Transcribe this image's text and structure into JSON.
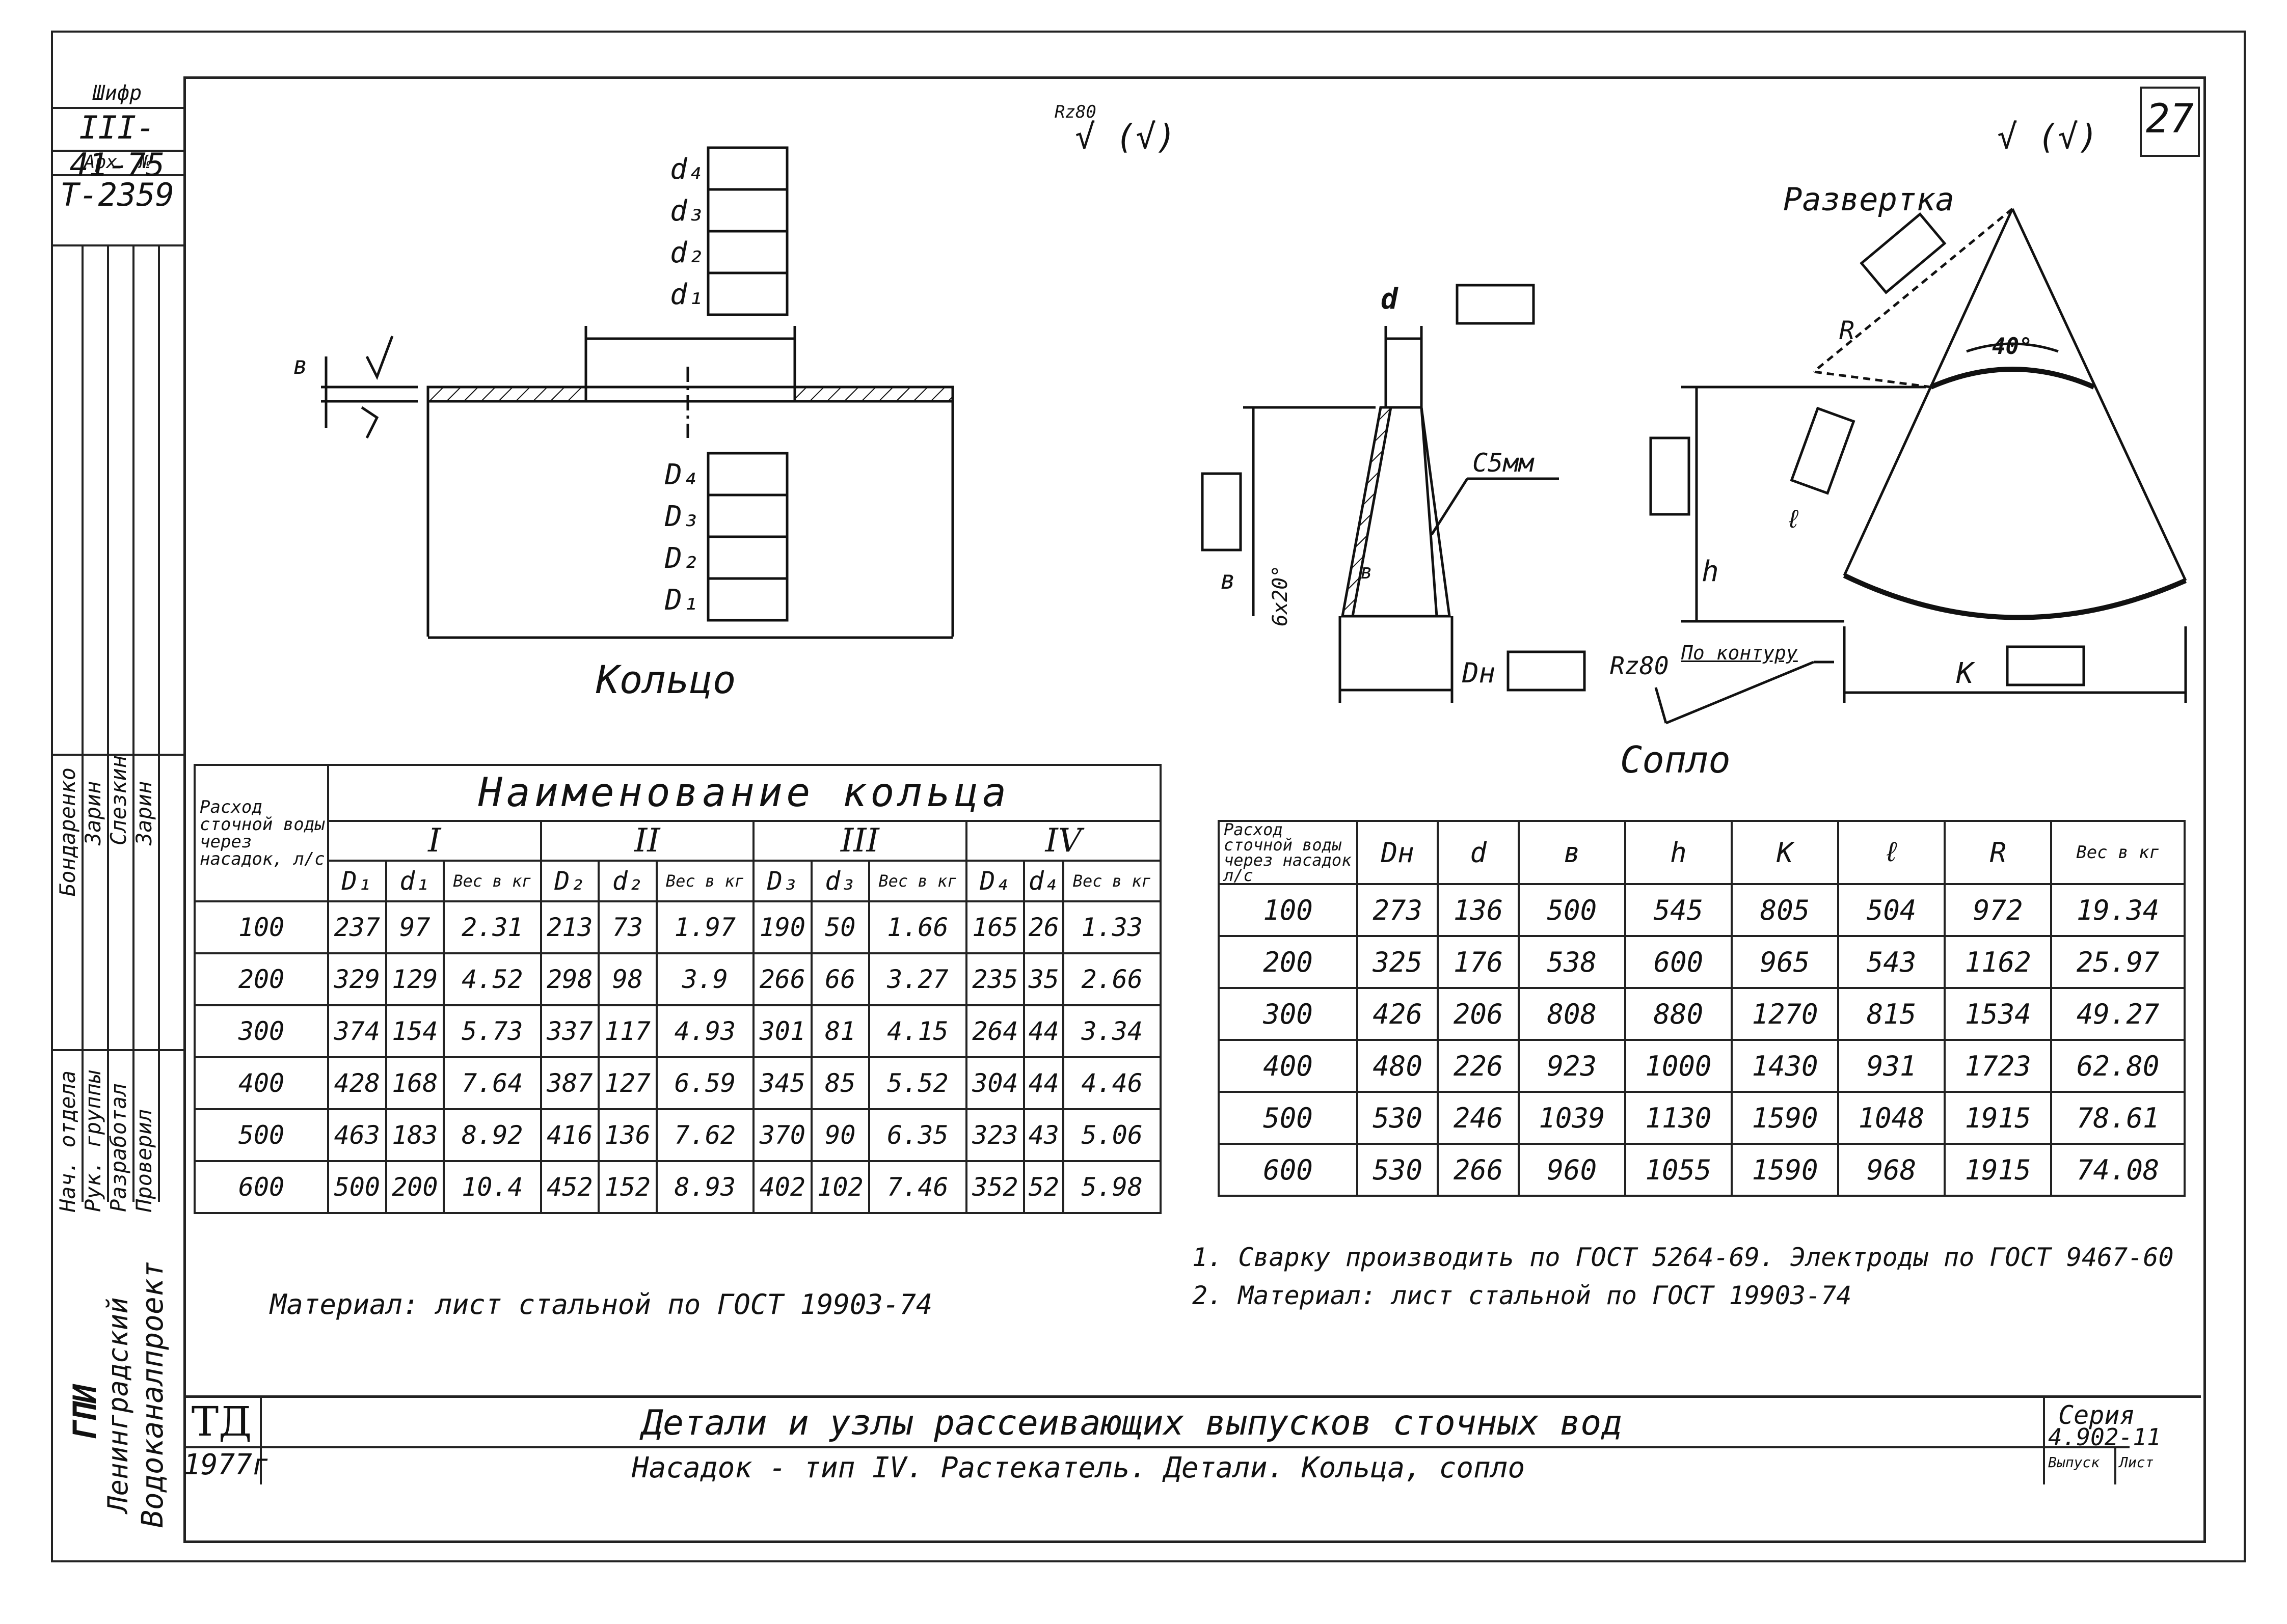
{
  "cipher": {
    "label": "Шифр",
    "code": "III-41-75",
    "arch_label": "Арх. №",
    "arch_no": "T-2359"
  },
  "sheet_number": "27",
  "roughness": {
    "top_center": "Rz80",
    "symbol_top_center": "√ (√)",
    "symbol_top_right": "√ (√)",
    "rz80_bottom": "Rz80",
    "po_konturu": "По контуру"
  },
  "ring": {
    "caption": "Кольцо",
    "label_b": "в",
    "d_labels": [
      "d₄",
      "d₃",
      "d₂",
      "d₁"
    ],
    "D_labels": [
      "D₄",
      "D₃",
      "D₂",
      "D₁"
    ]
  },
  "nozzle": {
    "caption": "Сопло",
    "label_d": "d",
    "label_b": "в",
    "label_Dn": "Dн",
    "chamfer": "С5мм",
    "bevel": "6х20°",
    "label_b2": "в"
  },
  "razvertka": {
    "caption": "Развертка",
    "angle": "40°",
    "R": "R",
    "l": "ℓ",
    "h": "h",
    "K": "К"
  },
  "table_ring": {
    "head_flow": "Расход сточной воды через насадок, л/с",
    "head_name": "Наименование кольца",
    "groups": [
      "I",
      "II",
      "III",
      "IV"
    ],
    "cols": [
      "D₁",
      "d₁",
      "Вес в кг",
      "D₂",
      "d₂",
      "Вес в кг",
      "D₃",
      "d₃",
      "Вес в кг",
      "D₄",
      "d₄",
      "Вес в кг"
    ],
    "rows": [
      [
        "100",
        "237",
        "97",
        "2.31",
        "213",
        "73",
        "1.97",
        "190",
        "50",
        "1.66",
        "165",
        "26",
        "1.33"
      ],
      [
        "200",
        "329",
        "129",
        "4.52",
        "298",
        "98",
        "3.9",
        "266",
        "66",
        "3.27",
        "235",
        "35",
        "2.66"
      ],
      [
        "300",
        "374",
        "154",
        "5.73",
        "337",
        "117",
        "4.93",
        "301",
        "81",
        "4.15",
        "264",
        "44",
        "3.34"
      ],
      [
        "400",
        "428",
        "168",
        "7.64",
        "387",
        "127",
        "6.59",
        "345",
        "85",
        "5.52",
        "304",
        "44",
        "4.46"
      ],
      [
        "500",
        "463",
        "183",
        "8.92",
        "416",
        "136",
        "7.62",
        "370",
        "90",
        "6.35",
        "323",
        "43",
        "5.06"
      ],
      [
        "600",
        "500",
        "200",
        "10.4",
        "452",
        "152",
        "8.93",
        "402",
        "102",
        "7.46",
        "352",
        "52",
        "5.98"
      ]
    ]
  },
  "table_nozzle": {
    "head_flow": "Расход сточной воды через насадок л/с",
    "cols": [
      "Dн",
      "d",
      "в",
      "h",
      "К",
      "ℓ",
      "R",
      "Вес в кг"
    ],
    "rows": [
      [
        "100",
        "273",
        "136",
        "500",
        "545",
        "805",
        "504",
        "972",
        "19.34"
      ],
      [
        "200",
        "325",
        "176",
        "538",
        "600",
        "965",
        "543",
        "1162",
        "25.97"
      ],
      [
        "300",
        "426",
        "206",
        "808",
        "880",
        "1270",
        "815",
        "1534",
        "49.27"
      ],
      [
        "400",
        "480",
        "226",
        "923",
        "1000",
        "1430",
        "931",
        "1723",
        "62.80"
      ],
      [
        "500",
        "530",
        "246",
        "1039",
        "1130",
        "1590",
        "1048",
        "1915",
        "78.61"
      ],
      [
        "600",
        "530",
        "266",
        "960",
        "1055",
        "1590",
        "968",
        "1915",
        "74.08"
      ]
    ]
  },
  "notes": {
    "material_left": "Материал: лист стальной по ГОСТ 19903-74",
    "note1": "1. Сварку производить по ГОСТ 5264-69. Электроды по ГОСТ 9467-60",
    "note2": "2. Материал: лист стальной по ГОСТ 19903-74"
  },
  "title_block": {
    "td": "ТД",
    "year": "1977г",
    "title": "Детали и узлы рассеивающих выпусков сточных вод",
    "subtitle": "Насадок - тип IV. Растекатель. Детали. Кольца, сопло",
    "series_label": "Серия",
    "series_no": "4.902-11",
    "vypusk": "Выпуск",
    "list": "Лист"
  },
  "org": {
    "gpi": "ГПИ",
    "city": "Ленинградский",
    "name": "Водоканалпроект"
  },
  "signatures": {
    "roles": [
      "Нач. отдела",
      "Рук. группы",
      "Разработал",
      "Проверил"
    ],
    "names": [
      "Бондаренко",
      "Зарин",
      "Слезкин",
      "Зарин"
    ]
  }
}
